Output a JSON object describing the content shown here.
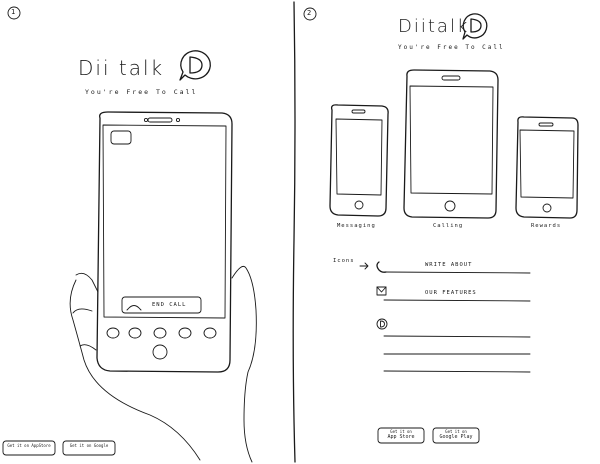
{
  "panel1": {
    "number": "1",
    "app_name": "Dii talk",
    "tagline": "You're Free To Call",
    "logo_letter": "D",
    "end_call_label": "END CALL",
    "store_buttons": [
      "Get it on AppStore",
      "Get it on Google"
    ]
  },
  "panel2": {
    "number": "2",
    "app_name": "Diitalk",
    "tagline": "You're Free To Call",
    "logo_letter": "D",
    "devices": [
      "Messaging",
      "Calling",
      "Rewards"
    ],
    "icons_label": "Icons",
    "feature_links": [
      "WRITE ABOUT",
      "OUR FEATURES"
    ],
    "store_buttons": [
      {
        "line1": "Get it on",
        "line2": "App Store"
      },
      {
        "line1": "Get it on",
        "line2": "Google Play"
      }
    ]
  },
  "icons": [
    "phone-icon",
    "envelope-icon",
    "d-logo-icon",
    "end-call-icon"
  ]
}
